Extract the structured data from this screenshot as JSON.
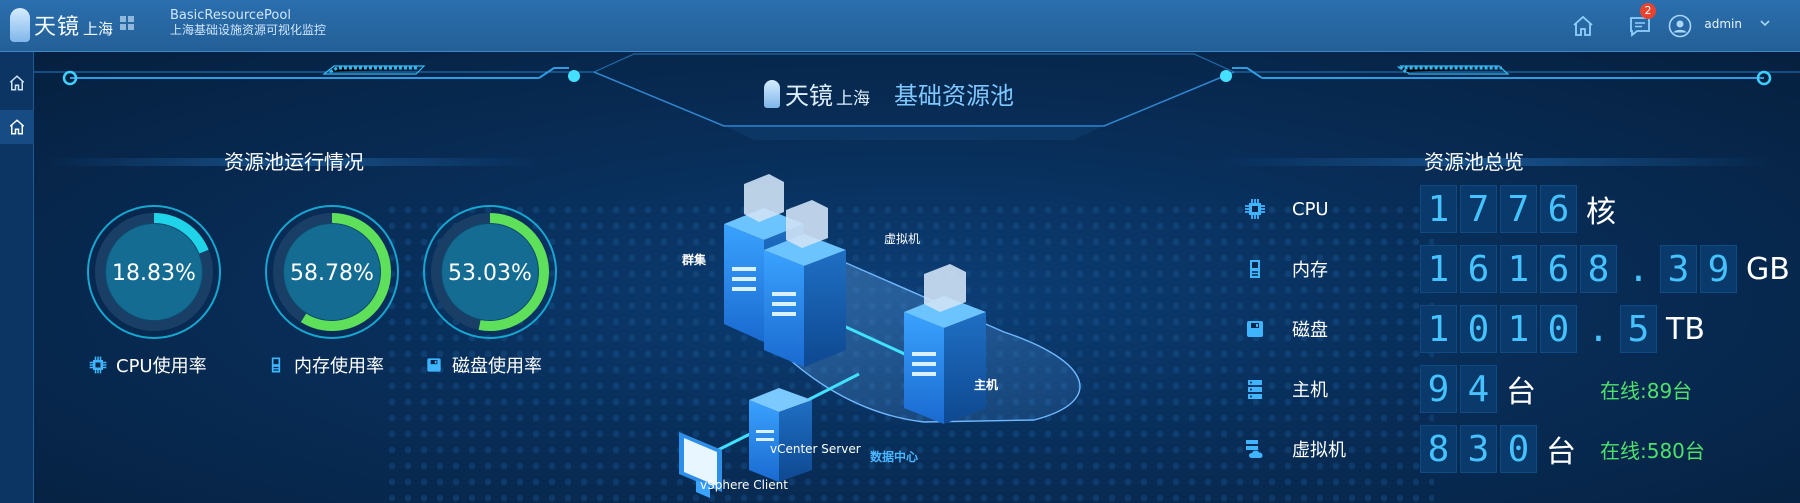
{
  "topbar": {
    "brand_main": "天镜",
    "brand_sub": "上海",
    "app_title": "BasicResourcePool",
    "app_subtitle": "上海基础设施资源可视化监控",
    "notification_count": "2",
    "user_name": "admin"
  },
  "header": {
    "brand_main": "天镜",
    "brand_sub": "上海",
    "title": "基础资源池"
  },
  "left_panel": {
    "title": "资源池运行情况",
    "gauges": [
      {
        "name": "cpu",
        "value_text": "18.83%",
        "percent": 18.83,
        "label": "CPU使用率",
        "icon": "cpu-icon",
        "color": "#1fd3e8"
      },
      {
        "name": "memory",
        "value_text": "58.78%",
        "percent": 58.78,
        "label": "内存使用率",
        "icon": "memory-icon",
        "color": "#5ee05a"
      },
      {
        "name": "disk",
        "value_text": "53.03%",
        "percent": 53.03,
        "label": "磁盘使用率",
        "icon": "disk-icon",
        "color": "#5ee05a"
      }
    ]
  },
  "scene": {
    "cluster": "群集",
    "vm": "虚拟机",
    "host": "主机",
    "vcenter": "vCenter Server",
    "datacenter": "数据中心",
    "vsphere": "vSphere Client"
  },
  "right_panel": {
    "title": "资源池总览",
    "rows": [
      {
        "name": "cpu",
        "icon": "cpu-icon",
        "label": "CPU",
        "digits": [
          "1",
          "7",
          "7",
          "6"
        ],
        "unit": "核"
      },
      {
        "name": "memory",
        "icon": "memory-icon",
        "label": "内存",
        "digits": [
          "1",
          "6",
          "1",
          "6",
          "8",
          ".",
          "3",
          "9"
        ],
        "unit": "GB"
      },
      {
        "name": "disk",
        "icon": "disk-icon",
        "label": "磁盘",
        "digits": [
          "1",
          "0",
          "1",
          "0",
          ".",
          "5"
        ],
        "unit": "TB"
      },
      {
        "name": "host",
        "icon": "server-icon",
        "label": "主机",
        "digits": [
          "9",
          "4"
        ],
        "unit": "台",
        "online": "在线:89台"
      },
      {
        "name": "vm",
        "icon": "vm-cloud-icon",
        "label": "虚拟机",
        "digits": [
          "8",
          "3",
          "0"
        ],
        "unit": "台",
        "online": "在线:580台"
      }
    ]
  },
  "colors": {
    "accent": "#46c3ff",
    "online": "#4fe06a",
    "topbar": "#2a6fae"
  }
}
